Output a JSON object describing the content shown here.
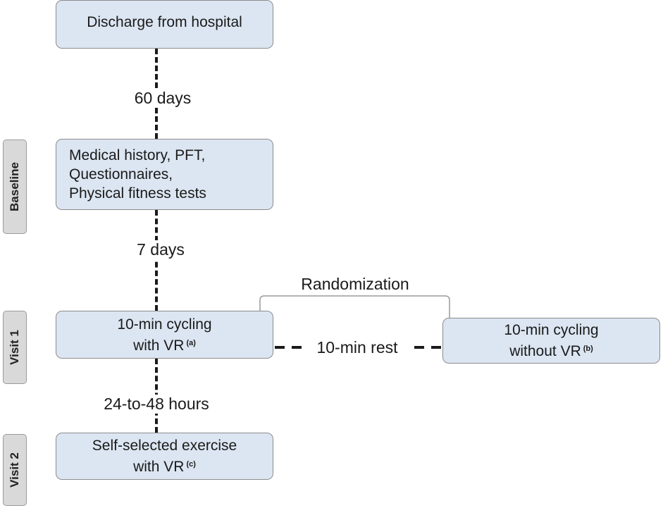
{
  "steps": {
    "discharge": "Discharge from hospital",
    "baseline_lines": [
      "Medical history, PFT,",
      "Questionnaires,",
      "Physical fitness tests"
    ],
    "visit1_vr": {
      "line1": "10-min cycling",
      "line2": "with VR",
      "note": "(a)"
    },
    "visit1_novr": {
      "line1": "10-min cycling",
      "line2": "without VR",
      "note": "(b)"
    },
    "visit2": {
      "line1": "Self-selected exercise",
      "line2": "with VR",
      "note": "(c)"
    }
  },
  "intervals": {
    "discharge_to_baseline": "60 days",
    "baseline_to_visit1": "7 days",
    "visit1_to_visit2": "24-to-48 hours",
    "between_conditions": "10-min rest"
  },
  "randomization_label": "Randomization",
  "phases": {
    "baseline": "Baseline",
    "visit1": "Visit 1",
    "visit2": "Visit 2"
  },
  "colors": {
    "box_fill": "#dce6f2",
    "box_border": "#8c8c8c",
    "phase_fill": "#d9d9d9",
    "connector": "#1a1a1a"
  }
}
